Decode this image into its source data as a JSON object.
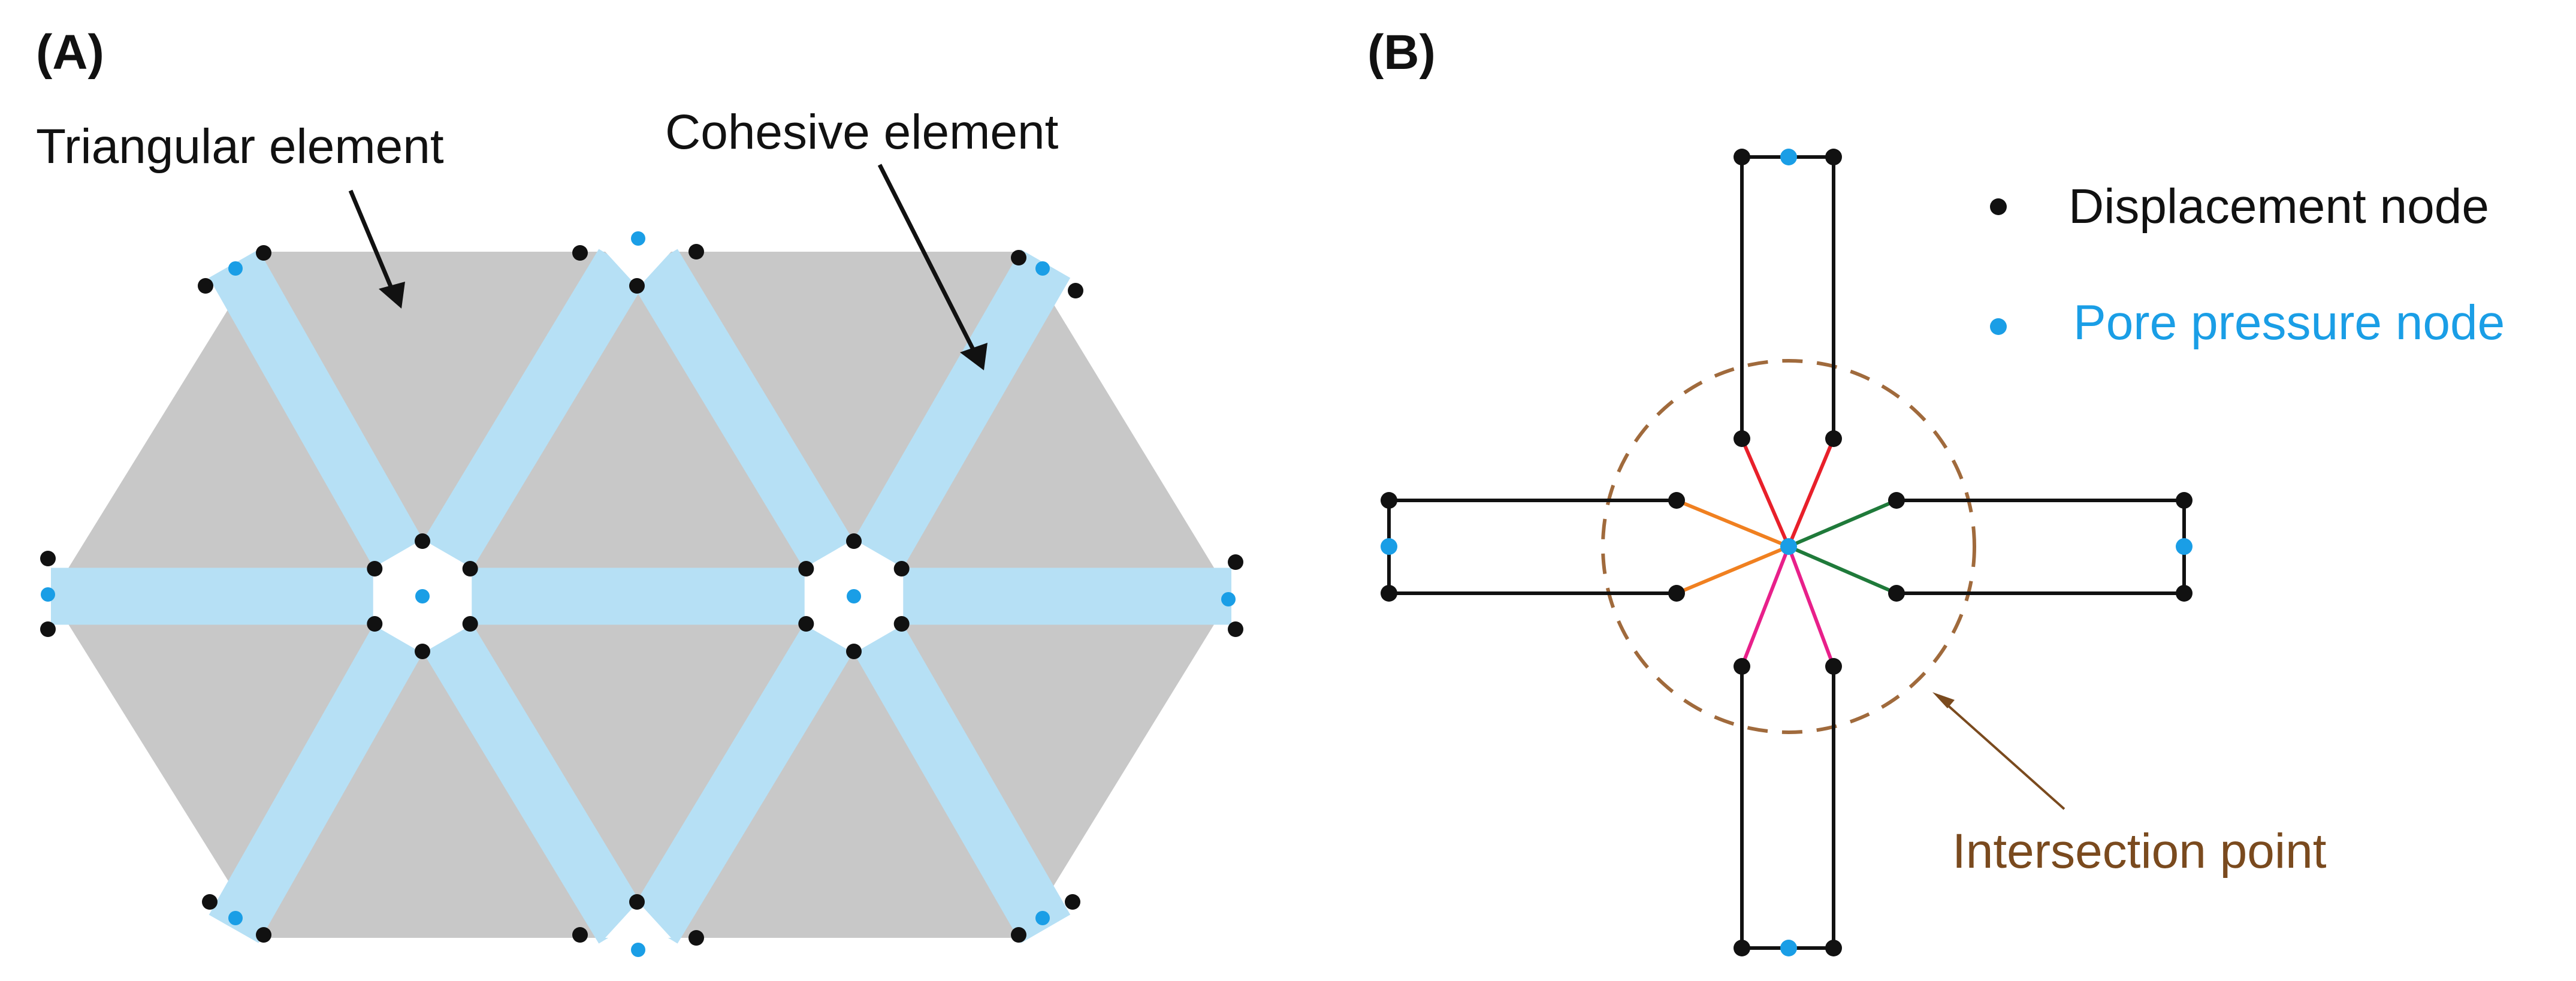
{
  "panel_a": {
    "label": "(A)",
    "triangular_label": "Triangular element",
    "cohesive_label": "Cohesive element"
  },
  "panel_b": {
    "label": "(B)",
    "legend": {
      "displacement": "Displacement node",
      "pore_pressure": "Pore pressure node"
    },
    "intersection_label": "Intersection point"
  },
  "colors": {
    "triangle_fill": "#c8c8c8",
    "cohesive_fill": "#b6e0f5",
    "displacement_node": "#111111",
    "pore_pressure_node": "#1a9ee6",
    "intersection_text": "#7a4a1e",
    "dashed_circle": "#a06a3c",
    "connector_red": "#e8202a",
    "connector_orange": "#f08020",
    "connector_green": "#1f7a3a",
    "connector_pink": "#e8208a"
  }
}
